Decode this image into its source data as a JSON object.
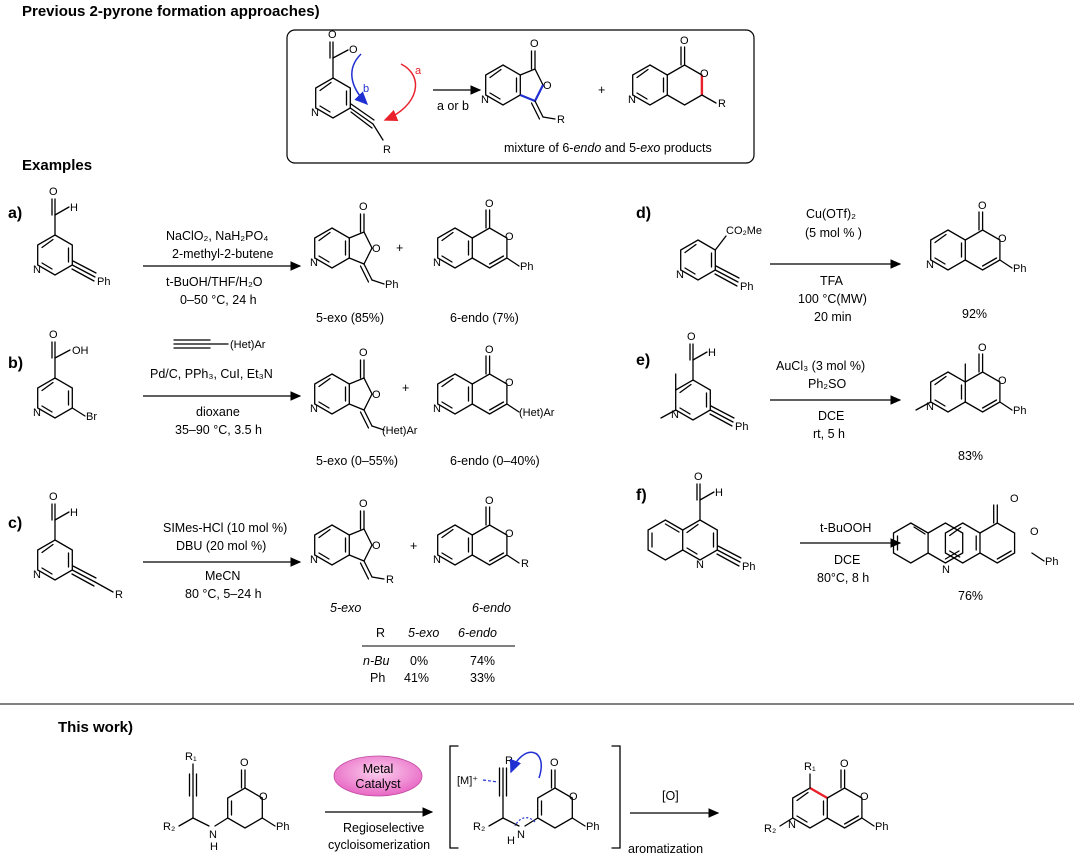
{
  "headings": {
    "previous": "Previous 2-pyrone formation approaches)",
    "examples": "Examples",
    "this_work": "This work)"
  },
  "scheme_box": {
    "path_a": "a",
    "path_b": "b",
    "arrow_label": "a or b",
    "plus": "+",
    "caption_pre": "mixture of 6-",
    "caption_endo": "endo",
    "caption_mid": " and 5-",
    "caption_exo": "exo",
    "caption_post": " products",
    "R": "R"
  },
  "atoms": {
    "N": "N",
    "O": "O",
    "H": "H",
    "Ph": "Ph",
    "Br": "Br",
    "OH": "OH",
    "R": "R",
    "HetAr": "(Het)Ar",
    "CO2Me": "CO₂Me",
    "NH": "N",
    "Hh": "H",
    "R1": "R₁",
    "R2": "R₂",
    "M": "[M]⁺"
  },
  "examples": [
    {
      "label": "a)",
      "conditions": [
        "NaClO₂, NaH₂PO₄",
        "2-methyl-2-butene",
        "t-BuOH/THF/H₂O",
        "0–50 °C, 24 h"
      ],
      "exo_label": "5-exo (85%)",
      "endo_label": "6-endo (7%)"
    },
    {
      "label": "b)",
      "conditions": [
        "Pd/C, PPh₃, CuI, Et₃N",
        "dioxane",
        "35–90 °C, 3.5 h"
      ],
      "exo_label": "5-exo (0–55%)",
      "endo_label": "6-endo (0–40%)"
    },
    {
      "label": "c)",
      "conditions": [
        "SIMes-HCl (10 mol %)",
        "DBU (20 mol %)",
        "MeCN",
        "80 °C, 5–24 h"
      ],
      "exo_label": "5-exo",
      "endo_label": "6-endo"
    },
    {
      "label": "d)",
      "conditions": [
        "Cu(OTf)₂",
        "(5 mol % )",
        "TFA",
        "100 °C(MW)",
        "20 min"
      ],
      "yield": "92%"
    },
    {
      "label": "e)",
      "conditions": [
        "AuCl₃ (3 mol %)",
        "Ph₂SO",
        "DCE",
        "rt, 5 h"
      ],
      "yield": "83%"
    },
    {
      "label": "f)",
      "conditions": [
        "t-BuOOH",
        "DCE",
        "80°C, 8 h"
      ],
      "yield": "76%"
    }
  ],
  "table_c": {
    "headers": [
      "R",
      "5-exo",
      "6-endo"
    ],
    "rows": [
      [
        "n-Bu",
        "0%",
        "74%"
      ],
      [
        "Ph",
        "41%",
        "33%"
      ]
    ]
  },
  "this_work": {
    "catalyst": [
      "Metal",
      "Catalyst"
    ],
    "step1": [
      "Regioselective",
      "cycloisomerization"
    ],
    "step2_top": "[O]",
    "step2_bottom": "aromatization"
  },
  "colors": {
    "path_a": "#e8212a",
    "path_b": "#1f2fd1",
    "new_bond": "#e8212a",
    "catalyst_fill": "#f08ad0"
  }
}
